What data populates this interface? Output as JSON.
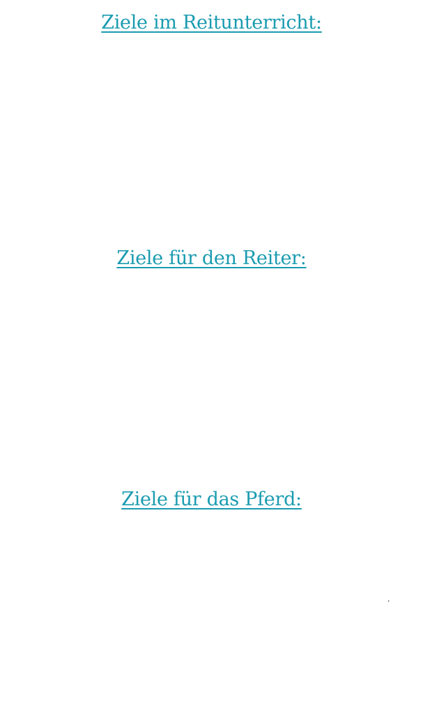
{
  "colors": {
    "heading_link": "#1a9bb0",
    "background": "#ffffff"
  },
  "sections": [
    {
      "heading": "Ziele im Reitunterricht:"
    },
    {
      "heading": "Ziele für den Reiter:"
    },
    {
      "heading": "Ziele für das Pferd:"
    }
  ],
  "stray_mark": "."
}
